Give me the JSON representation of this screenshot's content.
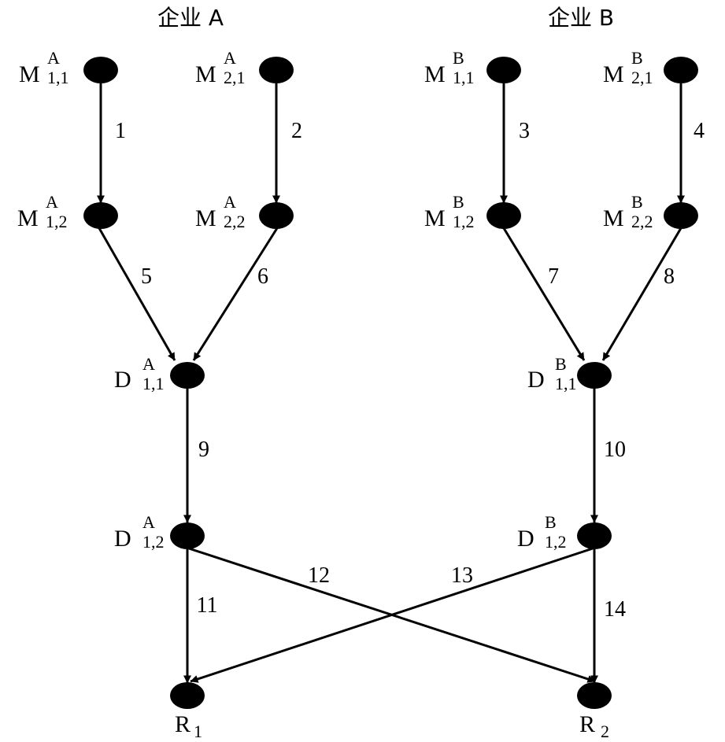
{
  "titles": {
    "a": "企业 A",
    "b": "企业 B"
  },
  "nodes": {
    "m11a": {
      "base": "M",
      "sup": "A",
      "sub": "1,1"
    },
    "m21a": {
      "base": "M",
      "sup": "A",
      "sub": "2,1"
    },
    "m11b": {
      "base": "M",
      "sup": "B",
      "sub": "1,1"
    },
    "m21b": {
      "base": "M",
      "sup": "B",
      "sub": "2,1"
    },
    "m12a": {
      "base": "M",
      "sup": "A",
      "sub": "1,2"
    },
    "m22a": {
      "base": "M",
      "sup": "A",
      "sub": "2,2"
    },
    "m12b": {
      "base": "M",
      "sup": "B",
      "sub": "1,2"
    },
    "m22b": {
      "base": "M",
      "sup": "B",
      "sub": "2,2"
    },
    "d11a": {
      "base": "D",
      "sup": "A",
      "sub": "1,1"
    },
    "d11b": {
      "base": "D",
      "sup": "B",
      "sub": "1,1"
    },
    "d12a": {
      "base": "D",
      "sup": "A",
      "sub": "1,2"
    },
    "d12b": {
      "base": "D",
      "sup": "B",
      "sub": "1,2"
    },
    "r1": {
      "base": "R",
      "sub": "1"
    },
    "r2": {
      "base": "R",
      "sub": "2"
    }
  },
  "edges": [
    {
      "from": "m11a",
      "to": "m12a",
      "label": "1"
    },
    {
      "from": "m21a",
      "to": "m22a",
      "label": "2"
    },
    {
      "from": "m11b",
      "to": "m12b",
      "label": "3"
    },
    {
      "from": "m21b",
      "to": "m22b",
      "label": "4"
    },
    {
      "from": "m12a",
      "to": "d11a",
      "label": "5"
    },
    {
      "from": "m22a",
      "to": "d11a",
      "label": "6"
    },
    {
      "from": "m12b",
      "to": "d11b",
      "label": "7"
    },
    {
      "from": "m22b",
      "to": "d11b",
      "label": "8"
    },
    {
      "from": "d11a",
      "to": "d12a",
      "label": "9"
    },
    {
      "from": "d11b",
      "to": "d12b",
      "label": "10"
    },
    {
      "from": "d12a",
      "to": "r1",
      "label": "11"
    },
    {
      "from": "d12a",
      "to": "r2",
      "label": "12"
    },
    {
      "from": "d12b",
      "to": "r1",
      "label": "13"
    },
    {
      "from": "d12b",
      "to": "r2",
      "label": "14"
    }
  ]
}
